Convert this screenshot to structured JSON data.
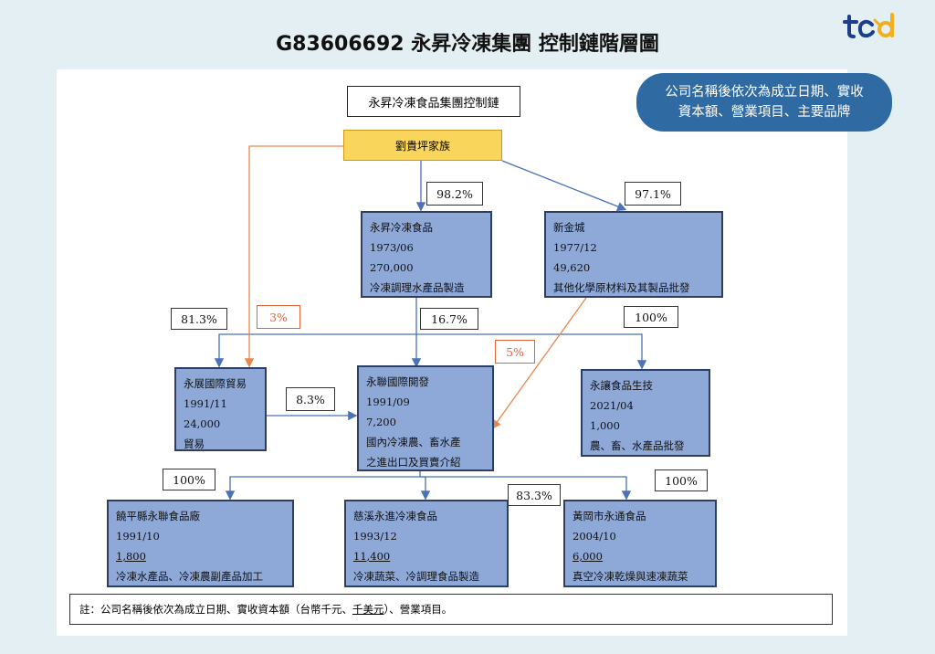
{
  "page_title": "G83606692 永昇冷凍集團 控制鏈階層圖",
  "logo_text": "tcd",
  "bubble": {
    "line1": "公司名稱後依次為成立日期、實收",
    "line2": "資本額、營業項目、主要品牌"
  },
  "diagram": {
    "title": "永昇冷凍食品集團控制鏈",
    "family": "劉貴坪家族",
    "companies": {
      "yongsheng": {
        "name": "永昇冷凍食品",
        "date": "1973/06",
        "capital": "270,000",
        "business": "冷凍調理水產品製造"
      },
      "xinjincheng": {
        "name": "新金城",
        "date": "1977/12",
        "capital": "49,620",
        "business": "其他化學原材料及其製品批發"
      },
      "yongzhan": {
        "name": "永展國際貿易",
        "date": "1991/11",
        "capital": "24,000",
        "business": "貿易"
      },
      "yonglian": {
        "name": "永聯國際開發",
        "date": "1991/09",
        "capital": "7,200",
        "business1": "國內冷凍農、畜水產",
        "business2": "之進出口及買賣介紹"
      },
      "yongrang": {
        "name": "永讓食品生技",
        "date": "2021/04",
        "capital": "1,000",
        "business": "農、畜、水產品批發"
      },
      "raoping": {
        "name": "饒平縣永聯食品廠",
        "date": "1991/10",
        "capital": "1,800",
        "business": "冷凍水產品、冷凍農副產品加工"
      },
      "cixi": {
        "name": "慈溪永進冷凍食品",
        "date": "1993/12",
        "capital": "11,400",
        "business": "冷凍蔬菜、冷調理食品製造"
      },
      "huanggang": {
        "name": "黃岡市永通食品",
        "date": "2004/10",
        "capital": "6,000",
        "business": "真空冷凍乾燥與速凍蔬菜"
      }
    },
    "percentages": {
      "family_to_yongsheng": "98.2%",
      "family_to_xinjincheng": "97.1%",
      "yongsheng_to_yongzhan": "81.3%",
      "family_to_yongzhan": "3%",
      "yongsheng_to_yonglian": "16.7%",
      "yongsheng_to_yongrang": "100%",
      "xinjincheng_to_yonglian": "5%",
      "yongzhan_to_yonglian": "8.3%",
      "yonglian_to_raoping": "100%",
      "yonglian_to_cixi": "83.3%",
      "yonglian_to_huanggang": "100%"
    },
    "note": {
      "prefix": "註：公司名稱後依次為成立日期、實收資本額（台幣千元、",
      "underlined": "千美元",
      "suffix": "）、營業項目。"
    }
  },
  "colors": {
    "background": "#e4eff4",
    "box_fill": "#8ea9d8",
    "box_border": "#2d3e66",
    "family_fill": "#f9d65b",
    "blue_arrow": "#4a72b8",
    "orange_arrow": "#e8864f",
    "bubble_fill": "#2f6aa3"
  }
}
